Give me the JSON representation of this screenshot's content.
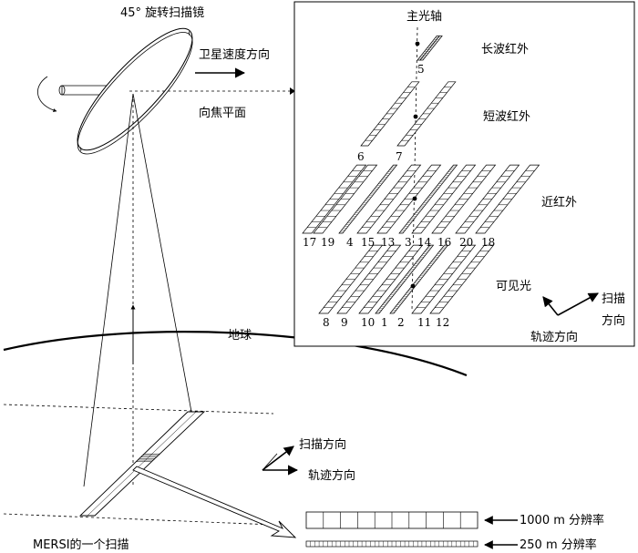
{
  "mirror": {
    "label": "45° 旋转扫描镜",
    "velocity_label": "卫星速度方向",
    "focal_label": "向焦平面"
  },
  "earth": {
    "label": "地球"
  },
  "inset": {
    "main_axis": "主光轴",
    "bands": [
      {
        "name": "长波红外",
        "numbers": [
          "5"
        ]
      },
      {
        "name": "短波红外",
        "numbers": [
          "6",
          "7"
        ]
      },
      {
        "name": "近红外",
        "numbers": [
          "17",
          "19",
          "4",
          "15",
          "13",
          "3",
          "14",
          "16",
          "20",
          "18"
        ]
      },
      {
        "name": "可见光",
        "numbers": [
          "8",
          "9",
          "10",
          "1",
          "2",
          "11",
          "12"
        ]
      }
    ],
    "scan_label": "扫描",
    "scan_label2": "方向",
    "track_label": "轨迹方向"
  },
  "ground": {
    "scan_dir": "扫描方向",
    "track_dir": "轨迹方向",
    "swath_label": "MERSI的一个扫描"
  },
  "resolution": [
    {
      "label": "1000 m 分辨率",
      "cells": 10
    },
    {
      "label": "250 m 分辨率",
      "cells": 40
    }
  ]
}
